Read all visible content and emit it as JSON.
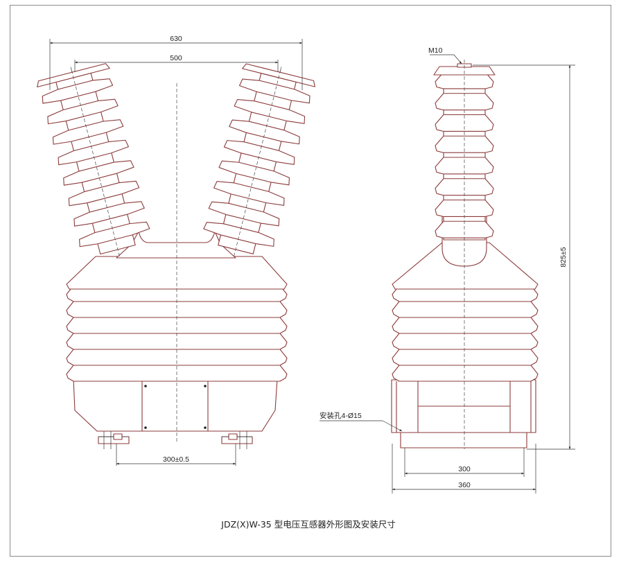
{
  "front_view": {
    "dim_overall_width": "630",
    "dim_bushing_spacing": "500",
    "dim_mount_spacing": "300±0.5"
  },
  "side_view": {
    "dim_terminal": "M10",
    "dim_height": "825±5",
    "dim_mount_hole": "安装孔4-Ø15",
    "dim_base_inner": "300",
    "dim_base_outer": "360"
  },
  "caption": "JDZ(X)W-35 型电压互感器外形图及安装尺寸"
}
